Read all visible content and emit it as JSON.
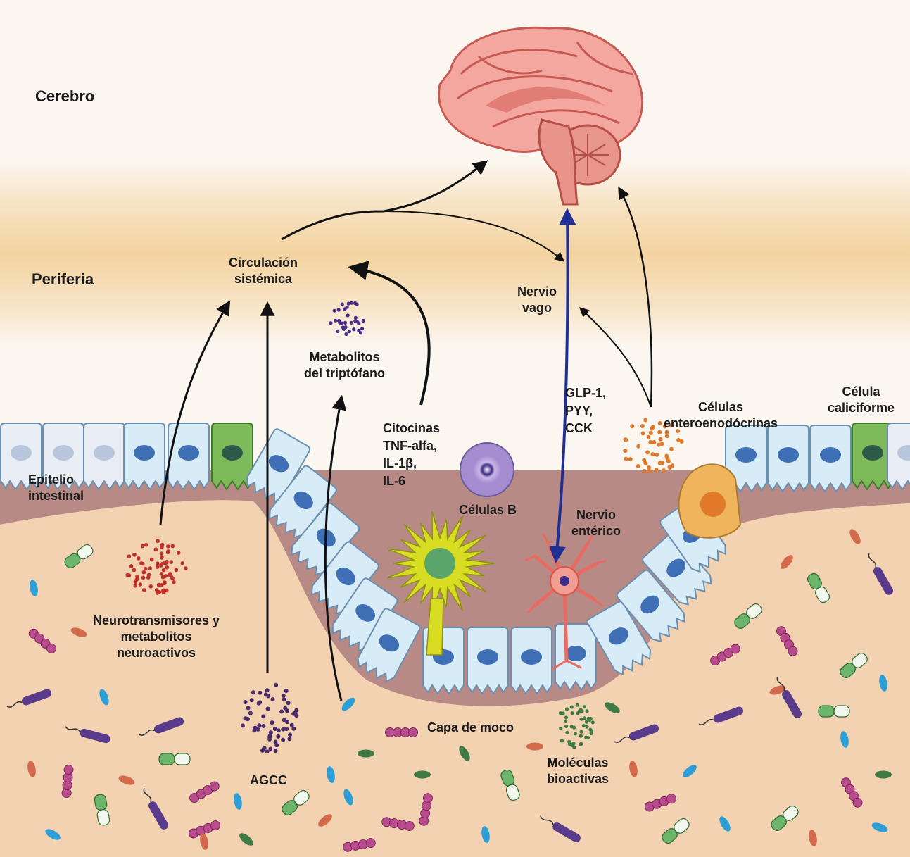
{
  "regions": {
    "brain": "Cerebro",
    "periphery": "Periferia"
  },
  "labels": {
    "systemic_circulation": [
      "Circulación",
      "sistémica"
    ],
    "vagus_nerve": [
      "Nervio",
      "vago"
    ],
    "tryptophan_metabolites": [
      "Metabolitos",
      "del triptófano"
    ],
    "hormones": [
      "GLP-1,",
      "PYY,",
      "CCK"
    ],
    "cytokines": [
      "Citocinas",
      "TNF-alfa,",
      "IL-1β,",
      "IL-6"
    ],
    "enteroendocrine_cells": [
      "Células",
      "enteroenodócrinas"
    ],
    "goblet_cell": [
      "Célula",
      "caliciforme"
    ],
    "intestinal_epithelium": [
      "Epitelio",
      "intestinal"
    ],
    "b_cells": "Células B",
    "enteric_nerve": [
      "Nervio",
      "entérico"
    ],
    "neurotransmitters": [
      "Neurotransmisores y",
      "metabolitos",
      "neuroactivos"
    ],
    "scfa": "AGCC",
    "mucus_layer": "Capa de moco",
    "bioactive_molecules": [
      "Moléculas",
      "bioactivas"
    ]
  },
  "colors": {
    "background_top": "#fbf6ef",
    "periphery_band": "#f6d7a8",
    "lumen": "#f2d2b0",
    "submucosa": "#b88a86",
    "epithelial_cell": "#dcedf7",
    "nucleus": "#3f6fb5",
    "goblet_cell": "#6cab4b",
    "enteroendocrine_cell": "#f0b45c",
    "b_cell": "#a08ac6",
    "dendritic_cell": "#d8dc22",
    "enteric_neuron": "#e86a60",
    "brain": "#f0948c",
    "vagal_arrow": "#1f2f95",
    "arrow": "#111111"
  }
}
